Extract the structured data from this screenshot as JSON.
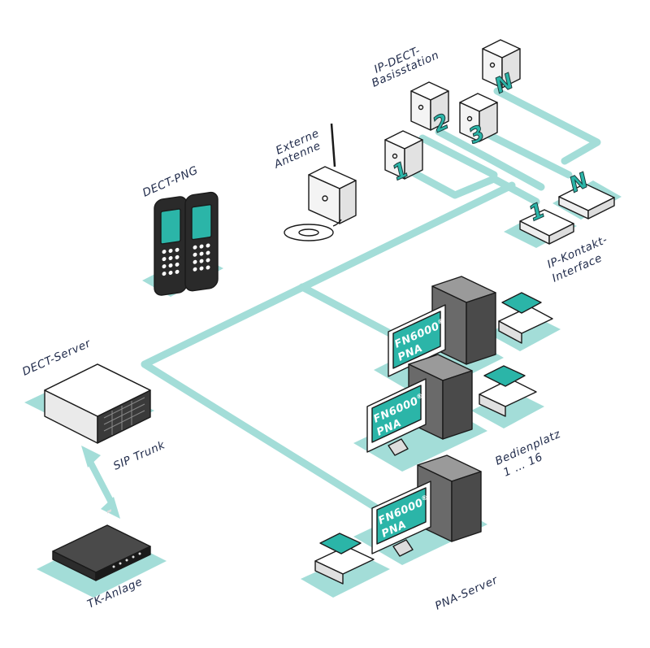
{
  "labels": {
    "ip_dect_line1": "IP-DECT-",
    "ip_dect_line2": "Basisstation",
    "externe_line1": "Externe",
    "externe_line2": "Antenne",
    "dect_png": "DECT-PNG",
    "ip_kontakt_line1": "IP-Kontakt-",
    "ip_kontakt_line2": "Interface",
    "dect_server": "DECT-Server",
    "sip_trunk": "SIP Trunk",
    "tk_anlage": "TK-Anlage",
    "bedienplatz_line1": "Bedienplatz",
    "bedienplatz_line2": "1 … 16",
    "pna_server": "PNA-Server"
  },
  "base_station_numbers": [
    "1",
    "2",
    "3",
    "N"
  ],
  "kontakt_numbers": [
    "1",
    "N"
  ],
  "monitor_text": {
    "line1": "FN6000",
    "reg": "®",
    "line2": "PNA"
  },
  "colors": {
    "network": "#a3ddd8",
    "accent": "#2bb5a8",
    "outline": "#1a1a1a",
    "device_light": "#f4f4f4",
    "device_dark": "#3a3a3a"
  }
}
